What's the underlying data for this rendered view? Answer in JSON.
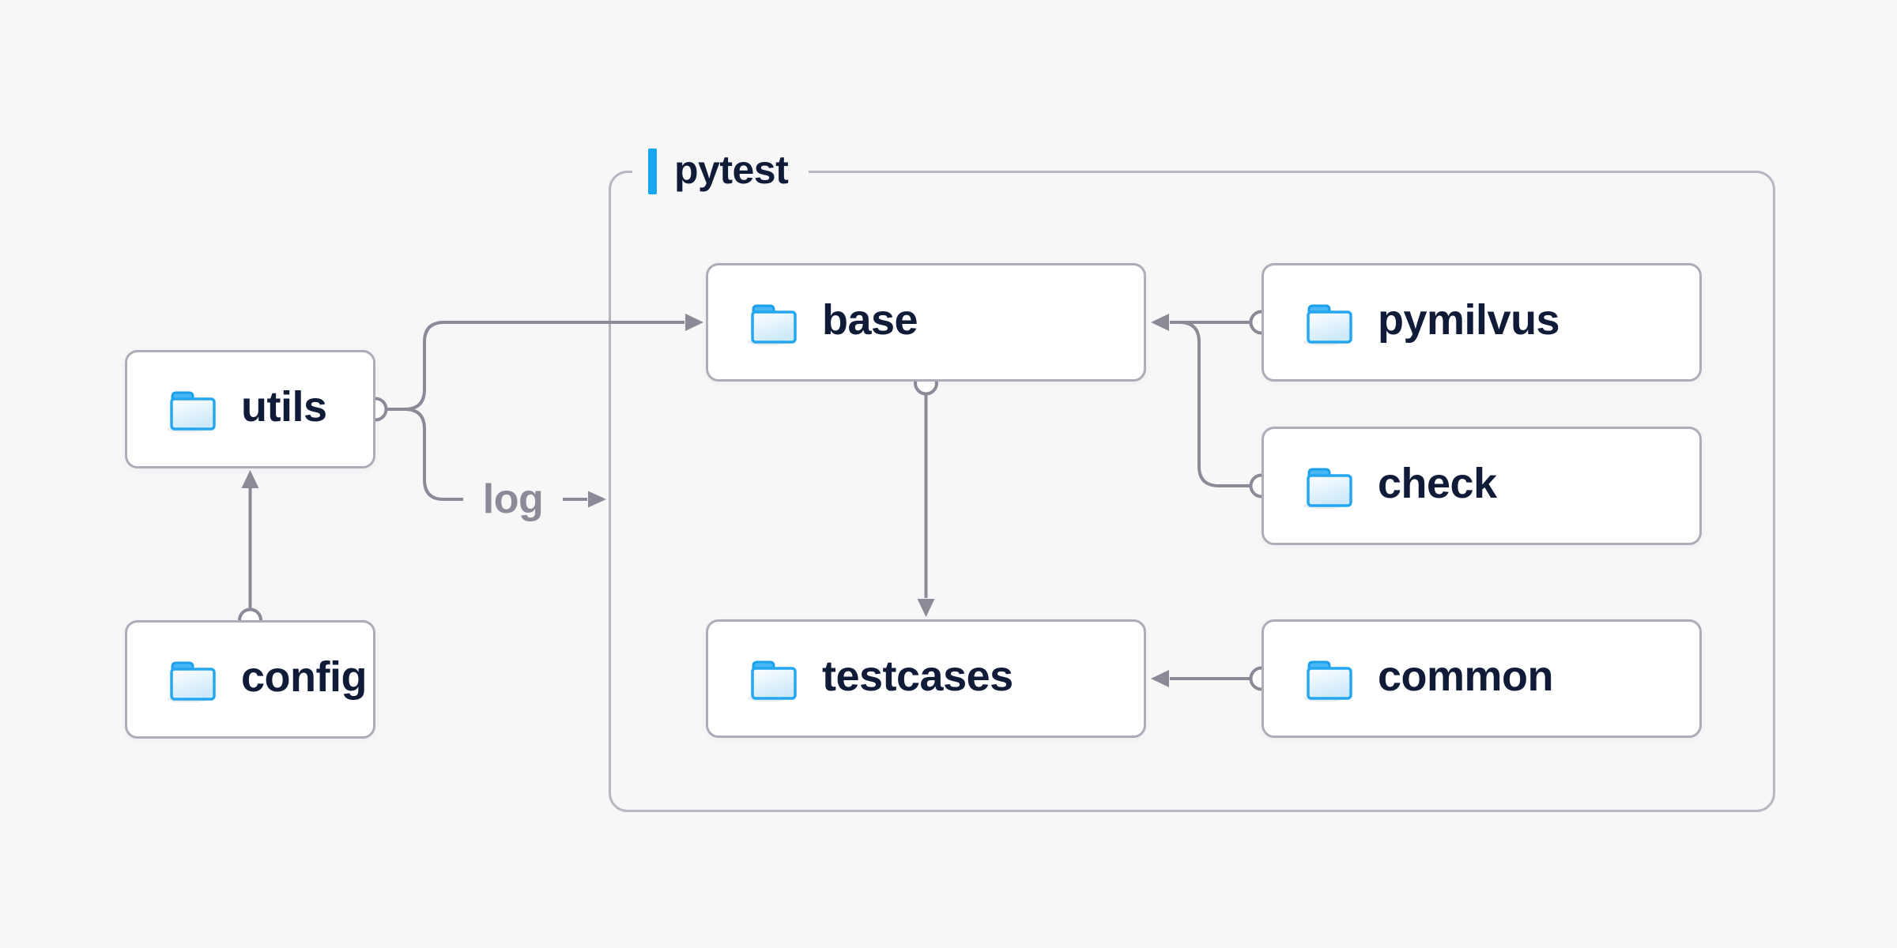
{
  "container": {
    "label": "pytest"
  },
  "nodes": {
    "utils": {
      "label": "utils"
    },
    "config": {
      "label": "config"
    },
    "base": {
      "label": "base"
    },
    "pymilvus": {
      "label": "pymilvus"
    },
    "check": {
      "label": "check"
    },
    "testcases": {
      "label": "testcases"
    },
    "common": {
      "label": "common"
    }
  },
  "log_edge": {
    "label": "log"
  },
  "edges": [
    {
      "from": "config",
      "to": "utils"
    },
    {
      "from": "utils",
      "to": "base"
    },
    {
      "from": "utils",
      "to": "pytest-container",
      "label": "log"
    },
    {
      "from": "base",
      "to": "testcases"
    },
    {
      "from": "pymilvus",
      "to": "base"
    },
    {
      "from": "check",
      "to": "base"
    },
    {
      "from": "common",
      "to": "testcases"
    }
  ],
  "colors": {
    "background": "#f7f7f8",
    "box_background": "#ffffff",
    "box_border": "#acadb7",
    "container_border": "#b6b7c1",
    "connector": "#8a8b96",
    "text": "#101b37",
    "accent_blue": "#17a7f1",
    "folder_stroke": "#24a7f0",
    "folder_tab": "#49b7f5"
  }
}
